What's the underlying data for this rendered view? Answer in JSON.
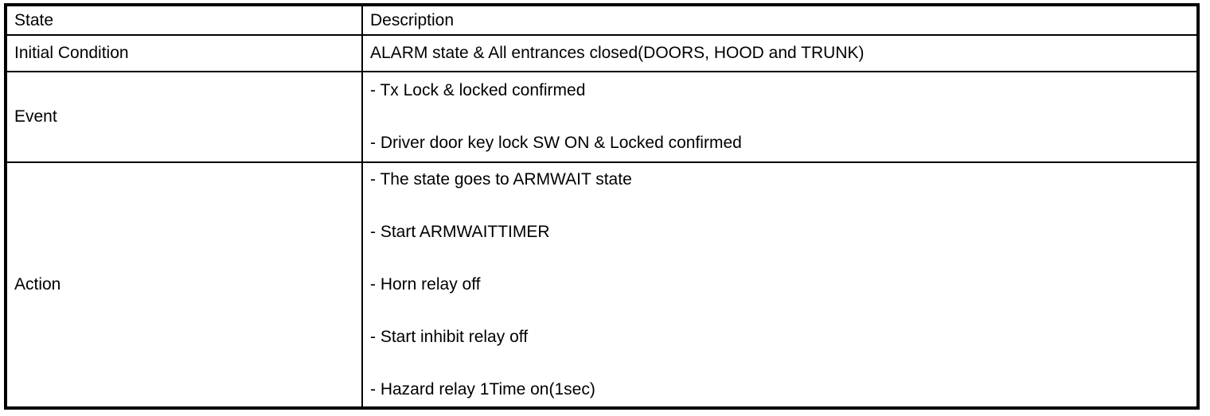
{
  "table": {
    "columns": [
      "State",
      "Description"
    ],
    "rows": [
      {
        "state": "Initial Condition",
        "description": [
          "ALARM state & All entrances closed(DOORS, HOOD and TRUNK)"
        ]
      },
      {
        "state": "Event",
        "description": [
          "- Tx Lock & locked confirmed",
          "- Driver door key lock SW ON & Locked confirmed"
        ]
      },
      {
        "state": "Action",
        "description": [
          "- The state goes to ARMWAIT state",
          "- Start ARMWAITTIMER",
          "- Horn relay off",
          "- Start inhibit relay off",
          "- Hazard relay 1Time on(1sec)"
        ]
      }
    ]
  },
  "colors": {
    "border": "#000000",
    "text": "#000000",
    "background": "#ffffff"
  }
}
